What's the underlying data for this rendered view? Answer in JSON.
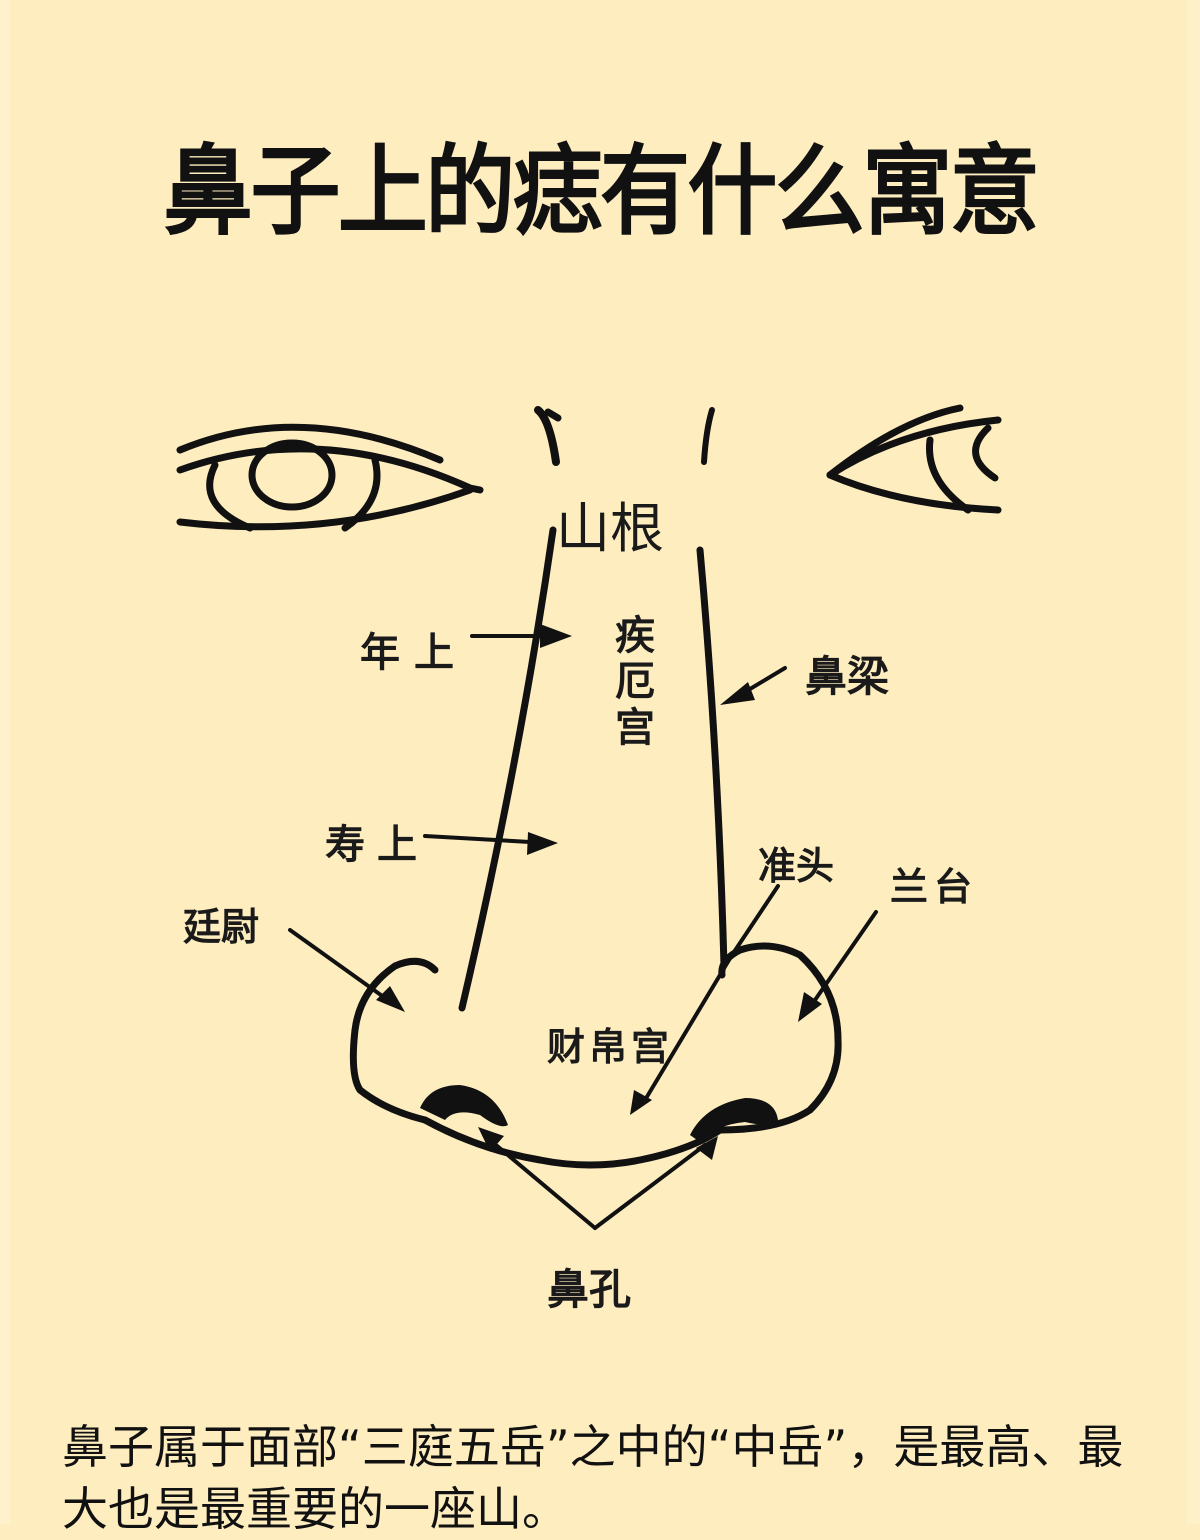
{
  "page": {
    "title": "鼻子上的痣有什么寓意",
    "background_color": "#FEEDBF"
  },
  "diagram": {
    "labels": {
      "shangen": "山根",
      "nianshang": "年上",
      "jieegong": "疾厄宫",
      "biliang": "鼻梁",
      "shoushang": "寿上",
      "zhuntou": "准头",
      "lantai": "兰台",
      "tingwei": "廷尉",
      "caibogong": "财帛宫",
      "bikong": "鼻孔"
    }
  },
  "body": {
    "paragraph": "鼻子属于面部“三庭五岳”之中的“中岳”，是最高、最大也是最重要的一座山。"
  }
}
